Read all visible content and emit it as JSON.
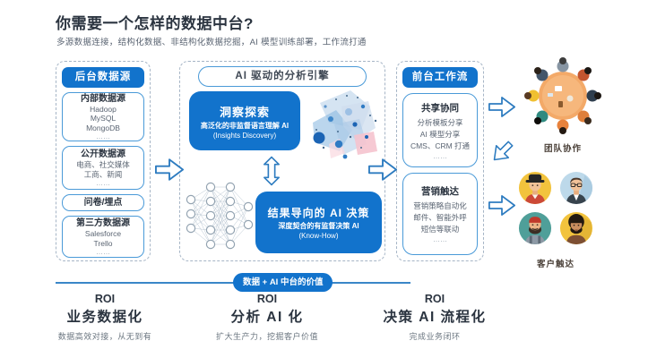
{
  "page": {
    "title": "你需要一个怎样的数据中台?",
    "subtitle": "多源数据连接，结构化数据、非结构化数据挖掘，AI 模型训练部署，工作流打通"
  },
  "backend": {
    "header": "后台数据源",
    "boxes": [
      {
        "title": "内部数据源",
        "lines": [
          "Hadoop",
          "MySQL",
          "MongoDB"
        ],
        "more": "……"
      },
      {
        "title": "公开数据源",
        "lines": [
          "电商、社交媒体",
          "工商、新闻"
        ],
        "more": "……"
      },
      {
        "title": "问卷/埋点",
        "lines": [],
        "more": ""
      },
      {
        "title": "第三方数据源",
        "lines": [
          "Salesforce",
          "Trello"
        ],
        "more": "……"
      }
    ]
  },
  "engine": {
    "header": "AI 驱动的分析引擎",
    "insight": {
      "title": "洞察探索",
      "subtitle": "高泛化的非监督语言理解 AI",
      "caption": "(Insights Discovery)"
    },
    "decision": {
      "title": "结果导向的 AI 决策",
      "subtitle": "深度契合的有监督决策 AI",
      "caption": "(Know-How)"
    }
  },
  "frontend": {
    "header": "前台工作流",
    "boxes": [
      {
        "title": "共享协同",
        "lines": [
          "分析模板分享",
          "AI 模型分享",
          "CMS、CRM 打通"
        ],
        "more": "……"
      },
      {
        "title": "营销触达",
        "lines": [
          "营销策略自动化",
          "邮件、智能外呼",
          "短信等联动"
        ],
        "more": "……"
      }
    ]
  },
  "outcomes": {
    "team_label": "团队协作",
    "customer_label": "客户触达"
  },
  "value_banner": "数据 + AI 中台的价值",
  "roi": [
    {
      "tag": "ROI",
      "title": "业务数据化",
      "desc": "数据高效对接，从无到有"
    },
    {
      "tag": "ROI",
      "title": "分析 AI 化",
      "desc": "扩大生产力，挖掘客户价值"
    },
    {
      "tag": "ROI",
      "title": "决策 AI 流程化",
      "desc": "完成业务闭环"
    }
  ],
  "colors": {
    "primary_blue": "#1273cc",
    "box_border_blue": "#4a9ad8",
    "arrow_outline_blue": "#2e7cc0",
    "banner_line_blue": "#3a87c8",
    "table_orange": "#f3a968",
    "avatar_yellow": "#f2c33d",
    "avatar_teal": "#4f9f99",
    "avatar_lightblue": "#bdd9ea"
  }
}
